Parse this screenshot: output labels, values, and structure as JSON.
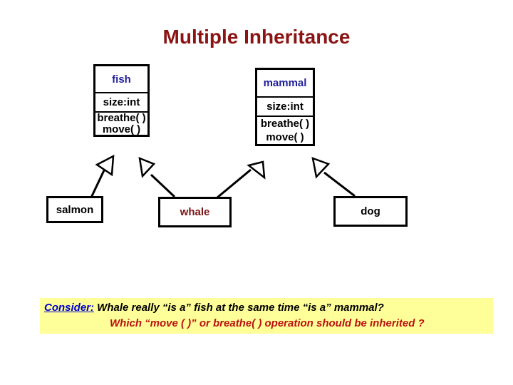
{
  "title": "Multiple Inheritance",
  "classes": {
    "fish": {
      "name": "fish",
      "attribute": "size:int",
      "method1": "breathe( )",
      "method2": "move( )"
    },
    "mammal": {
      "name": "mammal",
      "attribute": "size:int",
      "method1": "breathe( )",
      "method2": "move( )"
    },
    "salmon": {
      "name": "salmon"
    },
    "whale": {
      "name": "whale"
    },
    "dog": {
      "name": "dog"
    }
  },
  "note": {
    "label": "Consider:",
    "line1": " Whale really “is a” fish at the same time “is a” mammal?",
    "line2": "Which “move ( )” or breathe( ) operation should be inherited ?"
  },
  "colors": {
    "title_red": "#8b1414",
    "class_name_blue": "#1f1f9c",
    "whale_label_red": "#7b1414",
    "note_background": "#ffff99",
    "note_label_blue": "#0000cc",
    "note_question_red": "#bb1111",
    "box_border": "#000000"
  }
}
